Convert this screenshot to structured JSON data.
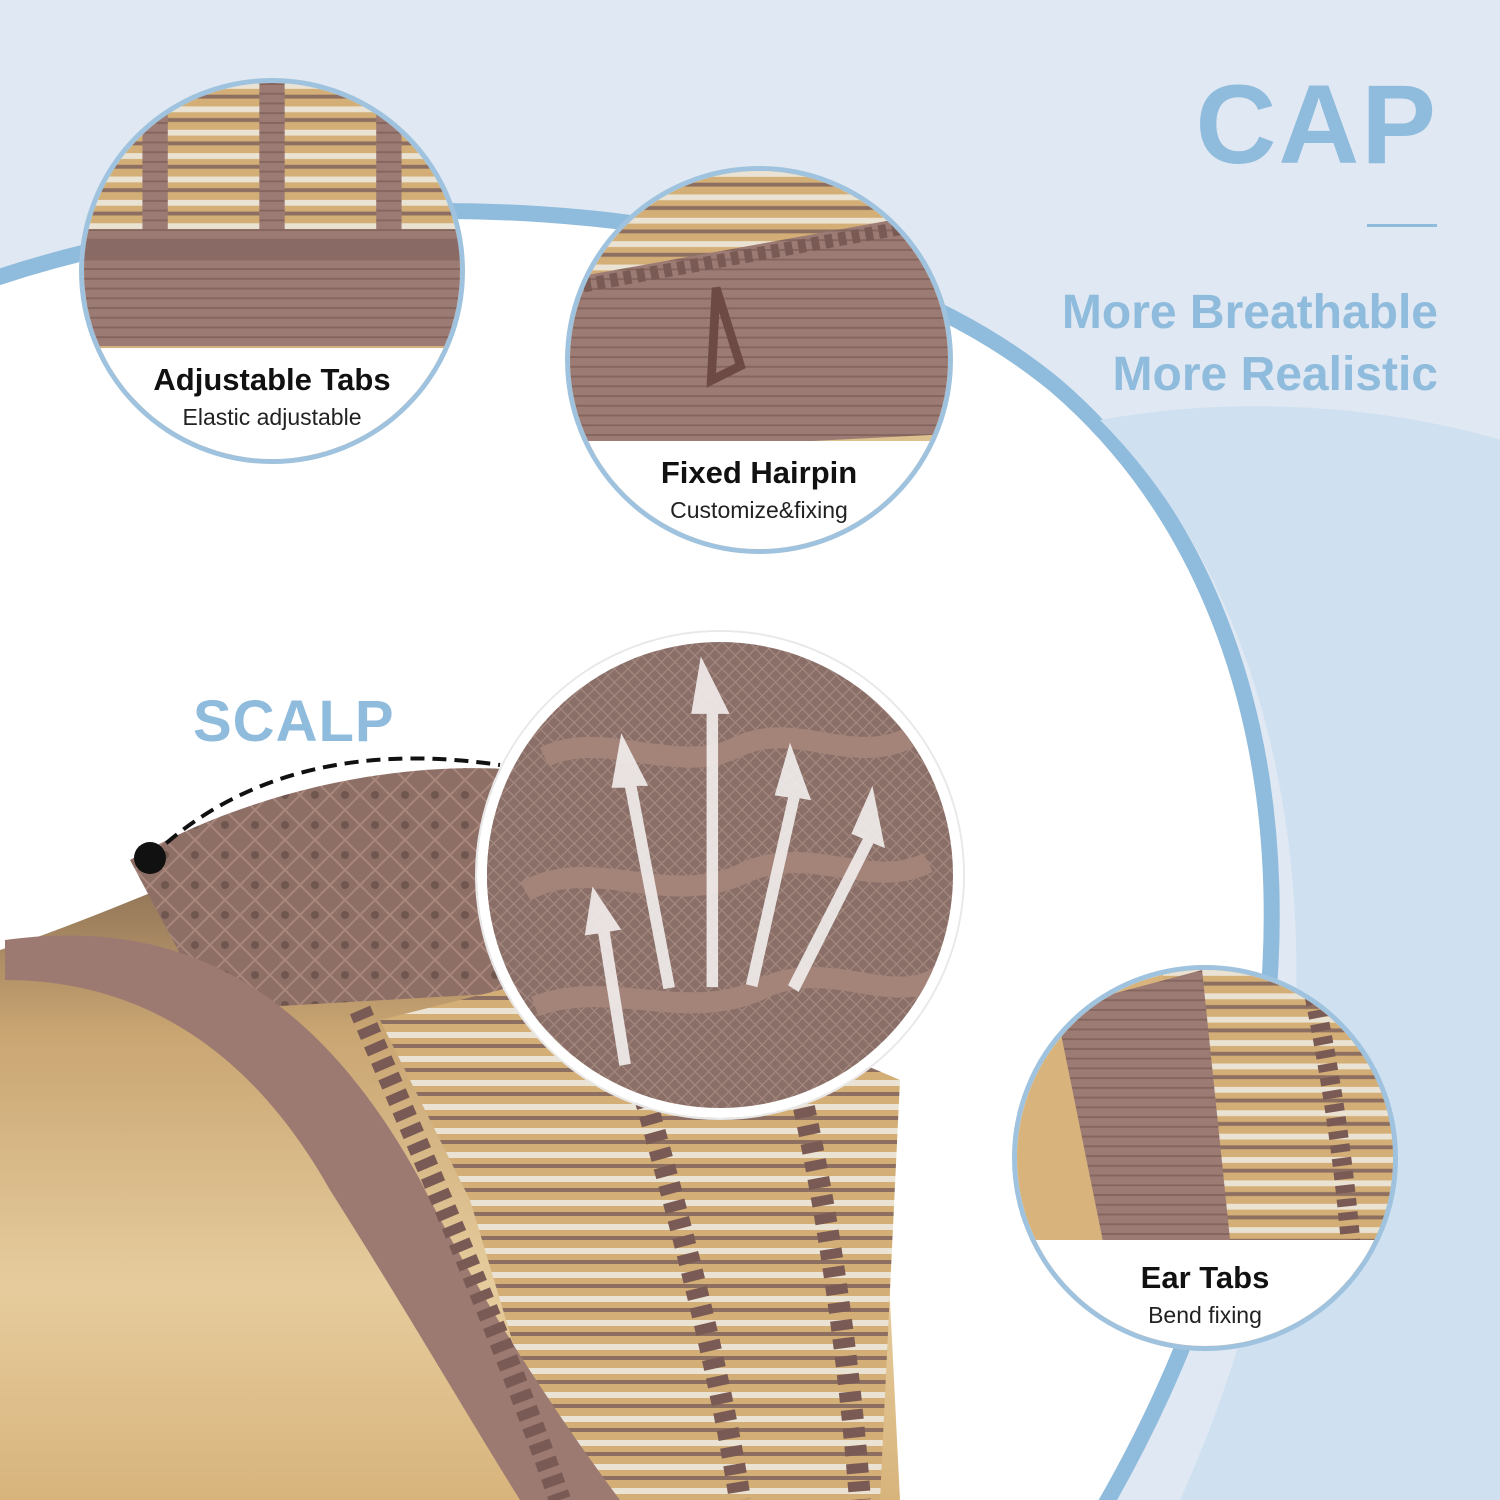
{
  "headline": {
    "title": "CAP",
    "lines": [
      "More Breathable",
      "More Realistic"
    ]
  },
  "scalp_label": "SCALP",
  "features": [
    {
      "title": "Adjustable Tabs",
      "subtitle": "Elastic adjustable"
    },
    {
      "title": "Fixed Hairpin",
      "subtitle": "Customize&fixing"
    },
    {
      "title": "Ear Tabs",
      "subtitle": "Bend fixing"
    }
  ],
  "colors": {
    "accent": "#8fbbdc",
    "background": "#dfe8f3",
    "cap_mesh": "#9a7468",
    "hair_blonde": "#d8b47c",
    "circle_border": "#9fc3de"
  }
}
